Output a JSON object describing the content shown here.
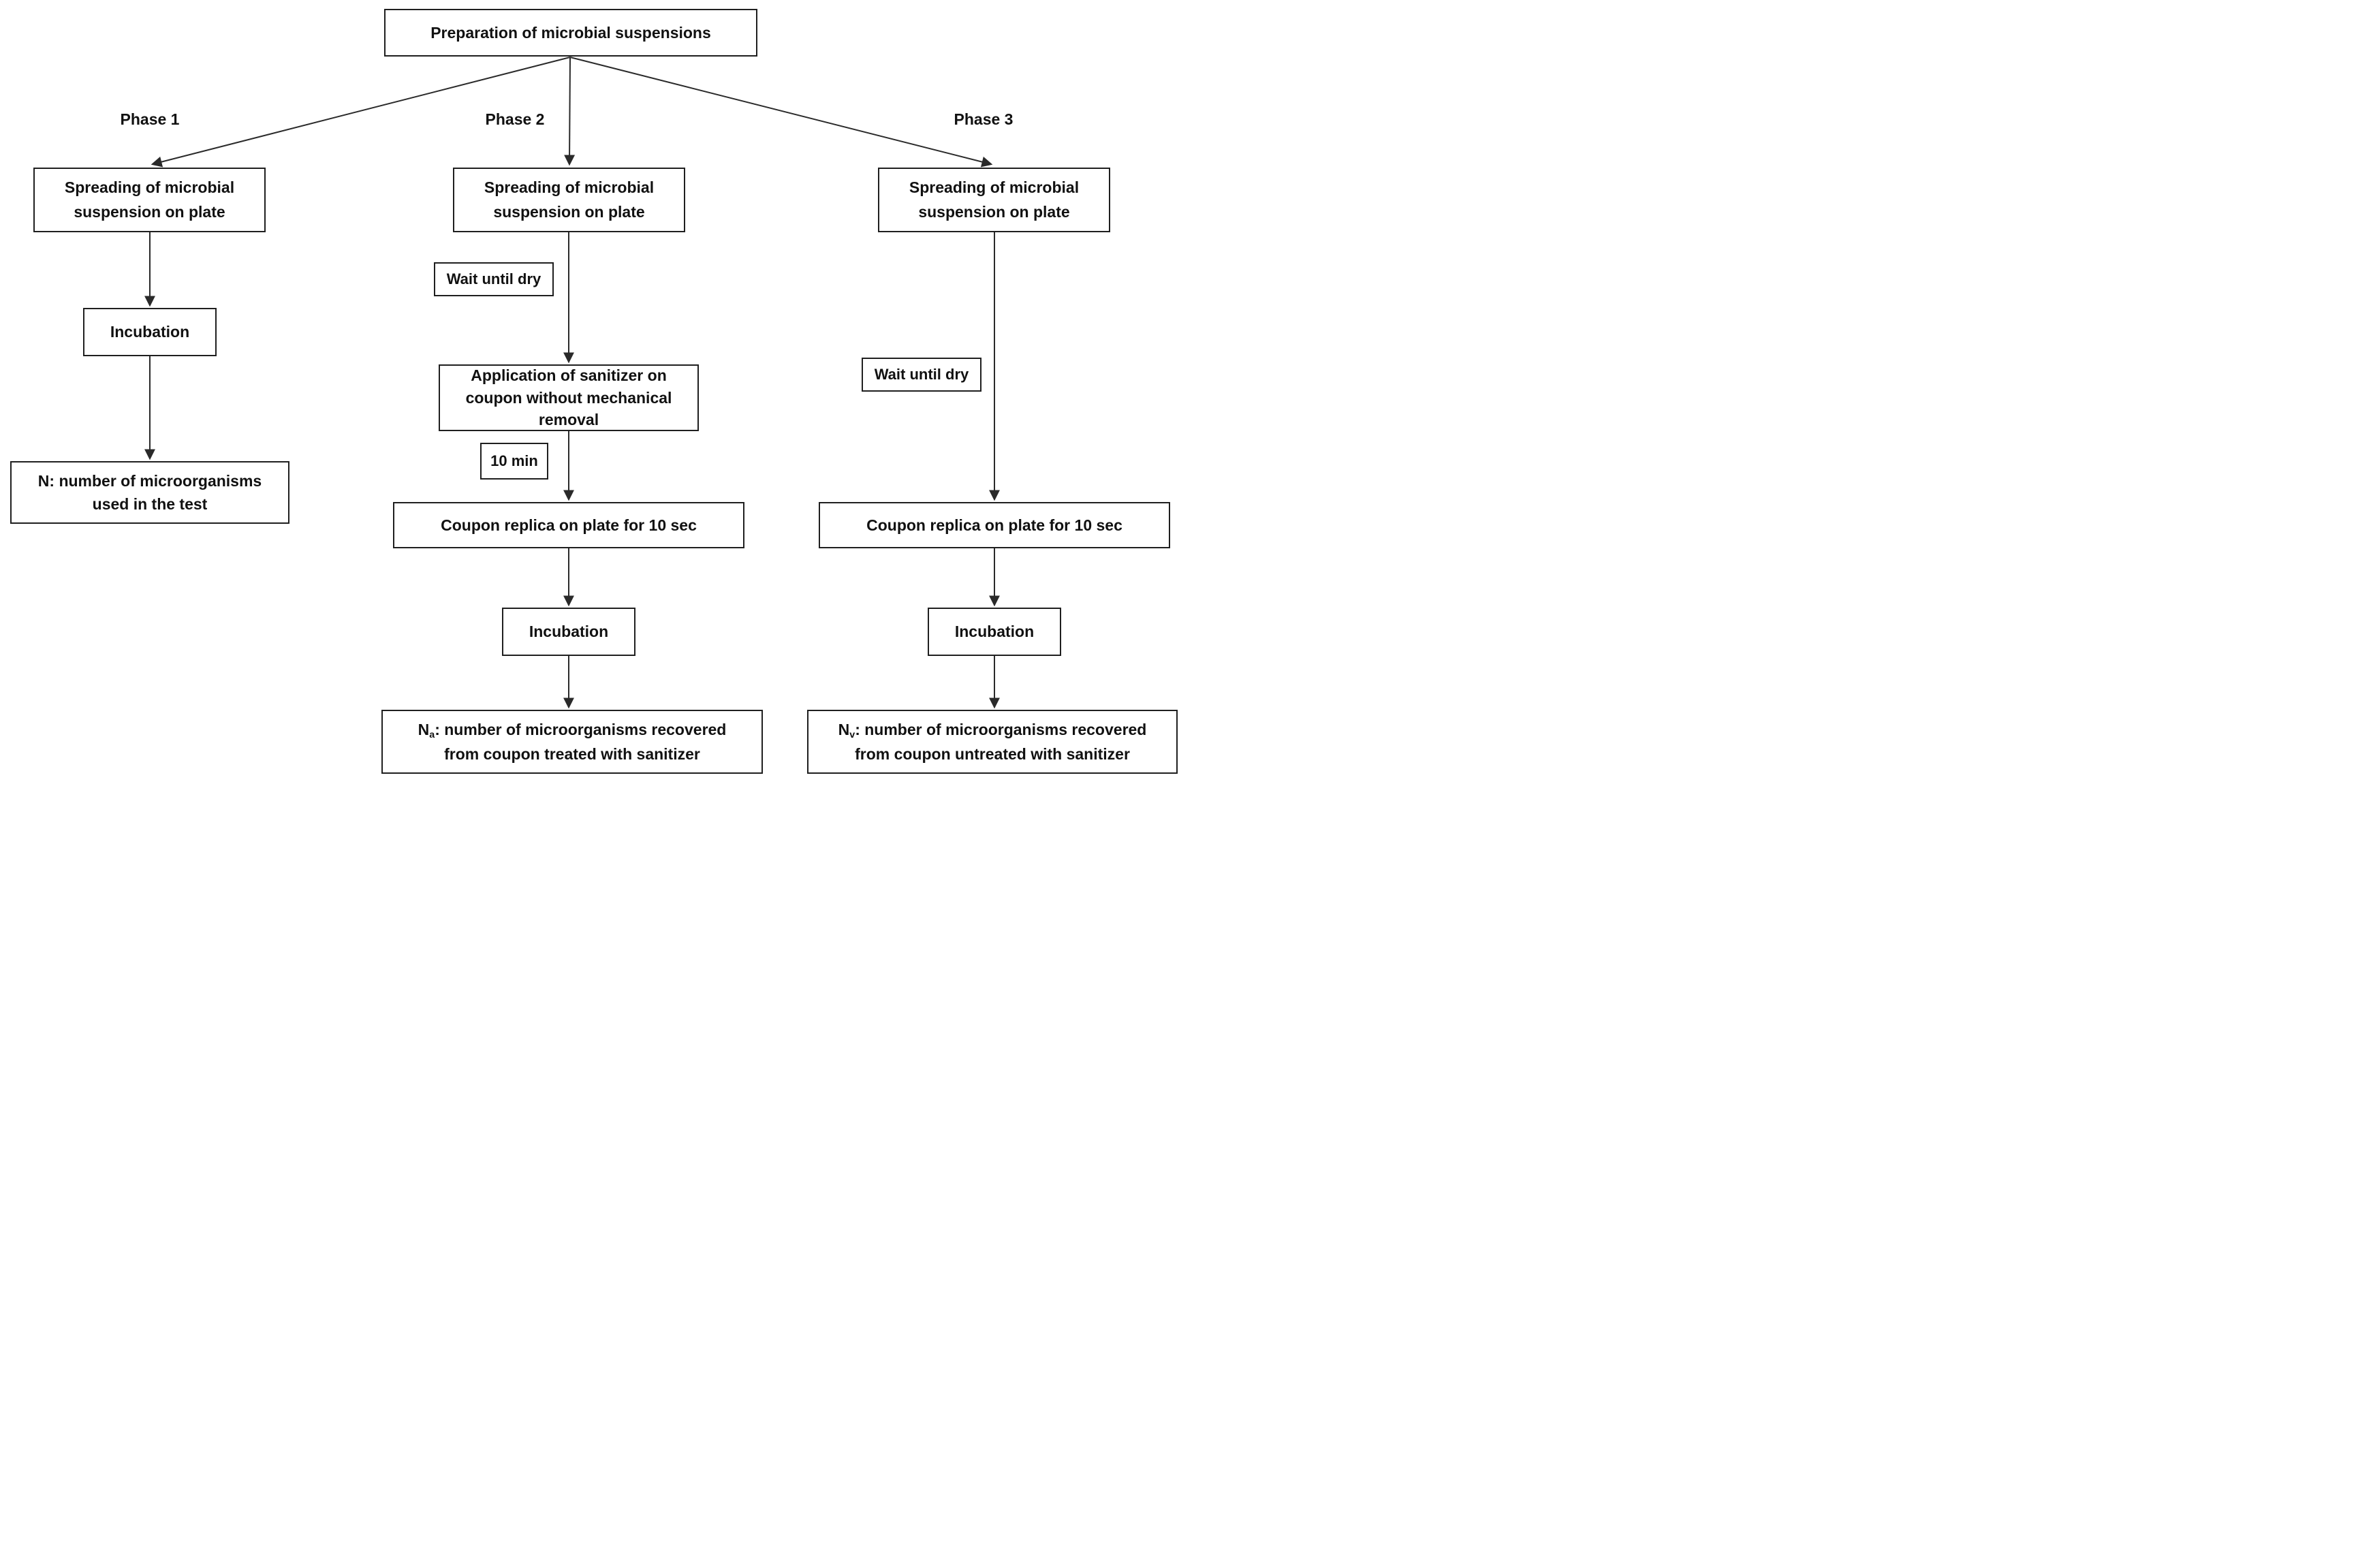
{
  "diagram": {
    "title": "Preparation of microbial suspensions",
    "phase1": {
      "label": "Phase 1",
      "spreading_line1": "Spreading of microbial",
      "spreading_line2": "suspension on plate",
      "incubation": "Incubation",
      "result_line1": "N: number of microorganisms",
      "result_line2": "used in the test"
    },
    "phase2": {
      "label": "Phase 2",
      "spreading_line1": "Spreading of microbial",
      "spreading_line2": "suspension on plate",
      "wait": "Wait until dry",
      "sanitizer_line1": "Application of sanitizer on",
      "sanitizer_line2": "coupon without mechanical",
      "sanitizer_line3": "removal",
      "interval": "10 min",
      "coupon": "Coupon replica on plate for 10 sec",
      "incubation": "Incubation",
      "result_symbol": "N",
      "result_subscript": "a",
      "result_line1_rest": ": number of microorganisms recovered",
      "result_line2": "from coupon treated with sanitizer"
    },
    "phase3": {
      "label": "Phase 3",
      "spreading_line1": "Spreading of microbial",
      "spreading_line2": "suspension on plate",
      "wait": "Wait until dry",
      "coupon": "Coupon replica on plate for 10 sec",
      "incubation": "Incubation",
      "result_symbol": "N",
      "result_subscript": "v",
      "result_line1_rest": ": number of microorganisms recovered",
      "result_line2": "from coupon untreated with sanitizer"
    },
    "colors": {
      "background": "#ffffff",
      "box_border": "#1f1f1f",
      "text": "#111111",
      "line": "#2a2a2a"
    }
  }
}
